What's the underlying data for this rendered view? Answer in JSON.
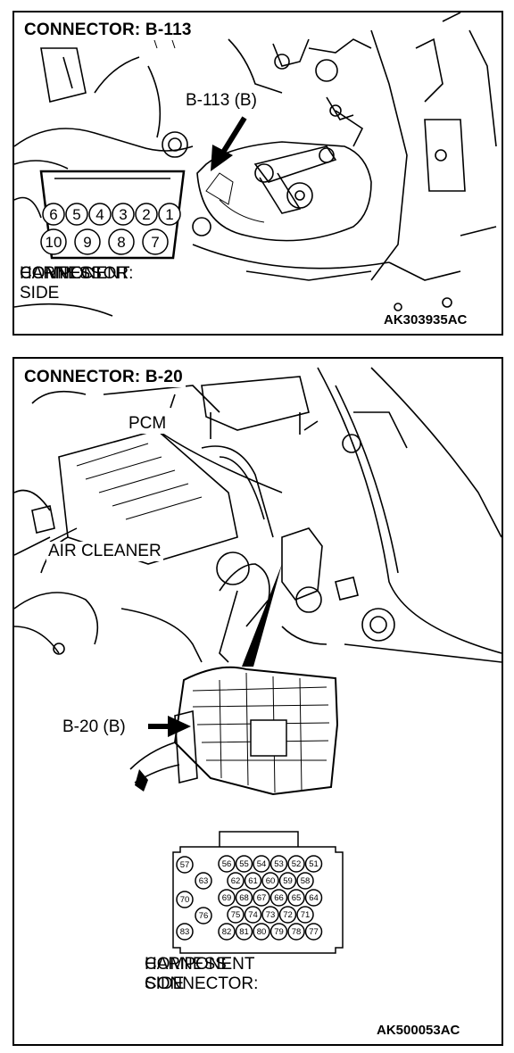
{
  "top_panel": {
    "title": "CONNECTOR: B-113",
    "callout": "B-113 (B)",
    "connector_pins": {
      "top_row": [
        "6",
        "5",
        "4",
        "3",
        "2",
        "1"
      ],
      "bottom_row": [
        "10",
        "9",
        "8",
        "7"
      ]
    },
    "harness_label": [
      "HARNESS",
      "CONNECTOR:",
      "COMPONENT SIDE"
    ],
    "figure_code": "AK303935AC"
  },
  "bottom_panel": {
    "title": "CONNECTOR: B-20",
    "labels": {
      "pcm": "PCM",
      "air_cleaner": "AIR CLEANER",
      "callout": "B-20 (B)"
    },
    "connector_pins": {
      "left_column": [
        "57",
        "63",
        "70",
        "76",
        "83"
      ],
      "rows": [
        [
          "56",
          "55",
          "54",
          "53",
          "52",
          "51"
        ],
        [
          "62",
          "61",
          "60",
          "59",
          "58"
        ],
        [
          "69",
          "68",
          "67",
          "66",
          "65",
          "64"
        ],
        [
          "75",
          "74",
          "73",
          "72",
          "71"
        ],
        [
          "82",
          "81",
          "80",
          "79",
          "78",
          "77"
        ]
      ]
    },
    "harness_label": [
      "HARNESS CONNECTOR:",
      "COMPONENT SIDE"
    ],
    "figure_code": "AK500053AC"
  }
}
